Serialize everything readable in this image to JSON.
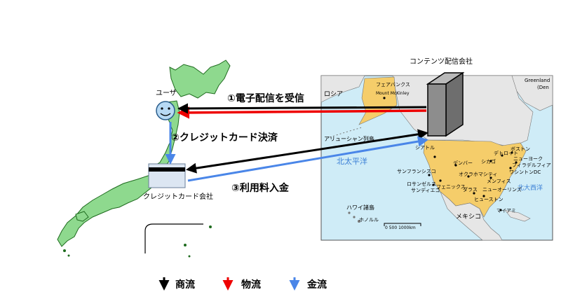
{
  "labels": {
    "user": "ユーザ",
    "distributor": "コンテンツ配信会社",
    "card_company": "クレジットカード会社",
    "flow1": "①電子配信を受信",
    "flow2": "②クレジットカード決済",
    "flow3": "③利用料入金"
  },
  "map_labels": {
    "russia": "ロシア",
    "fairbanks": "フェアバンクス",
    "mt_mckinley": "Mount McKinley",
    "greenland": "Greenland",
    "denmark": "(Den",
    "aleutian": "アリューシャン列島",
    "north_pacific": "北太平洋",
    "north_atlantic": "北大西洋",
    "hawaii": "ハワイ諸島",
    "honolulu": "ホノルル",
    "san_francisco": "サンフランシスコ",
    "los_angeles": "ロサンゼルス",
    "san_diego": "サンディエゴ",
    "phoenix": "フェニックス",
    "denver": "デンバー",
    "oklahoma": "オクラホマシティ",
    "dallas": "ダラス",
    "houston": "ヒューストン",
    "chicago": "シカゴ",
    "detroit": "デトロイト",
    "boston": "ボストン",
    "new_york": "ニューヨーク",
    "philadelphia": "フィラデルフィア",
    "washington": "ワシントンDC",
    "miami": "マイアミ",
    "memphis": "メンフィス",
    "new_orleans": "ニューオーリンズ",
    "seattle": "シアトル",
    "mexico": "メキシコ",
    "scale": "0   500  1000km"
  },
  "legend": [
    {
      "label": "商流",
      "color": "#000000"
    },
    {
      "label": "物流",
      "color": "#ee0000"
    },
    {
      "label": "金流",
      "color": "#4a86e8"
    }
  ],
  "colors": {
    "commerce": "#000000",
    "logistics": "#ee0000",
    "money": "#4a86e8",
    "japan_land": "#8ed98e",
    "us_land": "#f5cd6a",
    "ocean": "#cfecf7"
  }
}
